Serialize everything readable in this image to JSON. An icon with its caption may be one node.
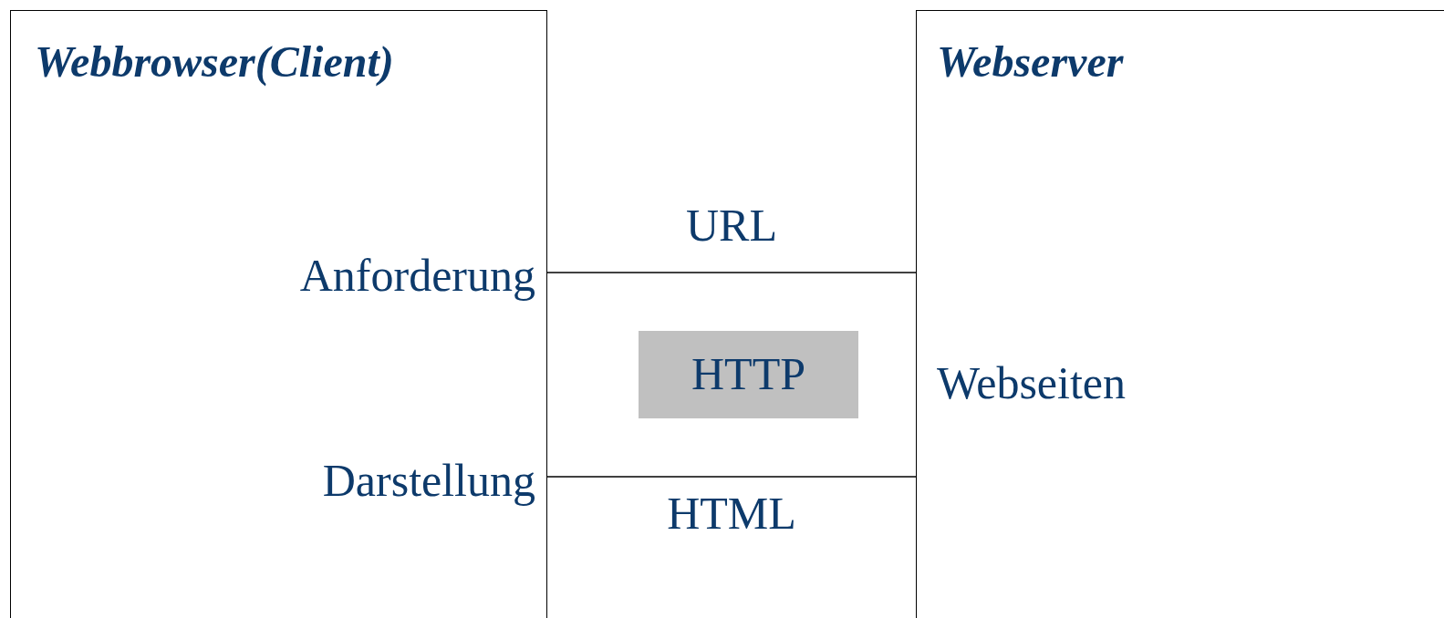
{
  "diagram": {
    "nodes": [
      {
        "text": [
          "Webbrowser(Client)",
          "Anforderung",
          "Darstellung"
        ]
      },
      {
        "text": [
          "Webserver",
          "Webseiten"
        ]
      },
      {
        "text": [
          "HTTP"
        ]
      }
    ],
    "edges": [
      {
        "from": 0,
        "to": 1,
        "arrow": "none",
        "label": "URL"
      },
      {
        "from": 0,
        "to": 1,
        "arrow": "none",
        "label": "HTML"
      }
    ]
  }
}
